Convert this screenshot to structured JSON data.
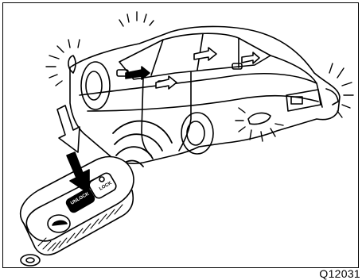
{
  "figure": {
    "code": "Q12031",
    "remote": {
      "lock_label": "LOCK",
      "unlock_label": "UNLOCK"
    }
  }
}
